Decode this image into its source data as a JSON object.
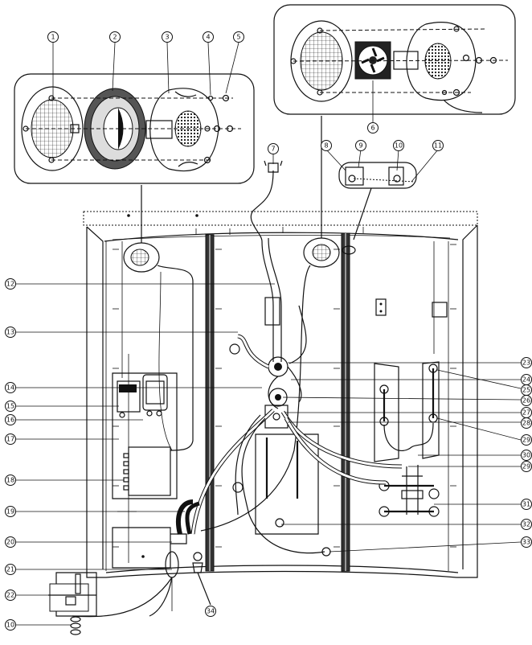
{
  "callouts": [
    "1",
    "2",
    "3",
    "4",
    "5",
    "6",
    "7",
    "8",
    "9",
    "10",
    "11",
    "12",
    "13",
    "14",
    "15",
    "16",
    "17",
    "18",
    "19",
    "20",
    "21",
    "22",
    "23",
    "24",
    "25",
    "26",
    "27",
    "28",
    "29",
    "30",
    "31",
    "32",
    "33",
    "34"
  ],
  "callout_10_bottom": "10",
  "callout_29_second": "29",
  "colors": {
    "line": "#111111",
    "background": "#ffffff"
  }
}
